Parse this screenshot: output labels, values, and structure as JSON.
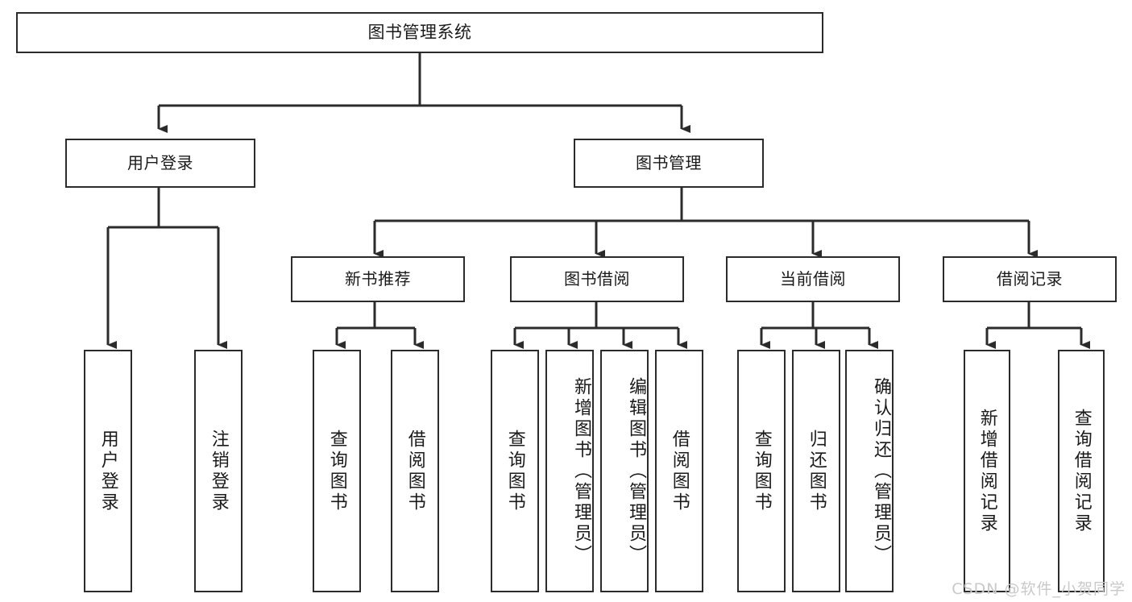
{
  "diagram": {
    "title": "图书管理系统",
    "type": "hierarchy-tree",
    "orientation": "top-down",
    "colors": {
      "background": "#ffffff",
      "stroke": "#2b2b2b",
      "text": "#1a1a1a",
      "watermark": "#c9c9c9"
    },
    "levels": {
      "root": {
        "label": "图书管理系统"
      },
      "level2": [
        {
          "id": "user-login",
          "label": "用户登录"
        },
        {
          "id": "book-manage",
          "label": "图书管理"
        }
      ],
      "level3": [
        {
          "id": "new-book-recommend",
          "label": "新书推荐",
          "parent": "book-manage"
        },
        {
          "id": "book-borrow",
          "label": "图书借阅",
          "parent": "book-manage"
        },
        {
          "id": "current-borrow",
          "label": "当前借阅",
          "parent": "book-manage"
        },
        {
          "id": "borrow-record",
          "label": "借阅记录",
          "parent": "book-manage"
        }
      ],
      "leaves": [
        {
          "id": "leaf-user-login",
          "label": "用户登录",
          "parent": "user-login"
        },
        {
          "id": "leaf-logout",
          "label": "注销登录",
          "parent": "user-login"
        },
        {
          "id": "leaf-query-book-1",
          "label": "查询图书",
          "parent": "new-book-recommend"
        },
        {
          "id": "leaf-borrow-book-1",
          "label": "借阅图书",
          "parent": "new-book-recommend"
        },
        {
          "id": "leaf-query-book-2",
          "label": "查询图书",
          "parent": "book-borrow"
        },
        {
          "id": "leaf-add-book",
          "label": "新增图书（管理员）",
          "parent": "book-borrow"
        },
        {
          "id": "leaf-edit-book",
          "label": "编辑图书（管理员）",
          "parent": "book-borrow"
        },
        {
          "id": "leaf-borrow-book-2",
          "label": "借阅图书",
          "parent": "book-borrow"
        },
        {
          "id": "leaf-query-book-3",
          "label": "查询图书",
          "parent": "current-borrow"
        },
        {
          "id": "leaf-return-book",
          "label": "归还图书",
          "parent": "current-borrow"
        },
        {
          "id": "leaf-confirm-return",
          "label": "确认归还（管理员）",
          "parent": "current-borrow"
        },
        {
          "id": "leaf-add-record",
          "label": "新增借阅记录",
          "parent": "borrow-record"
        },
        {
          "id": "leaf-query-record",
          "label": "查询借阅记录",
          "parent": "borrow-record"
        }
      ]
    }
  },
  "watermark": {
    "text": "CSDN @软件_小贺同学"
  }
}
